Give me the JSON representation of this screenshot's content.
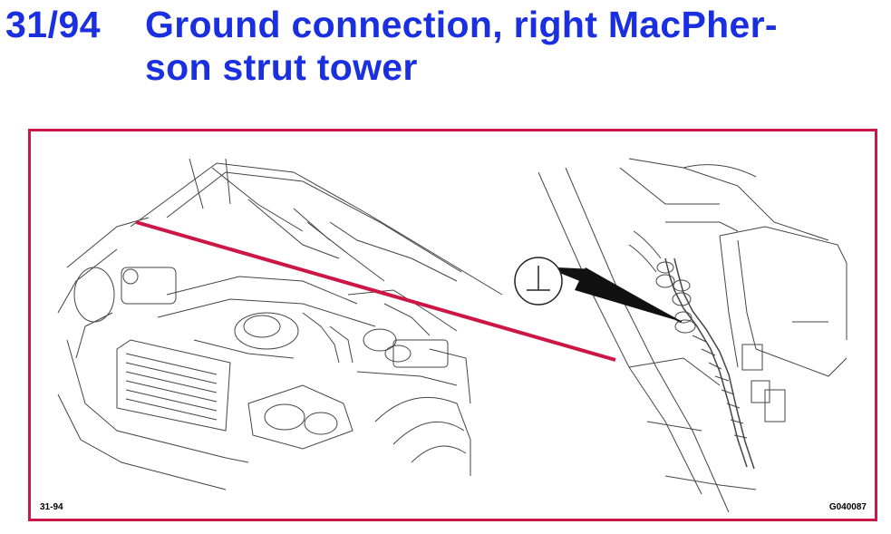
{
  "header": {
    "code": "31/94",
    "title_line1": "Ground connection, right MacPher-",
    "title_line2": "son strut tower"
  },
  "figure": {
    "label_left": "31-94",
    "label_right": "G040087",
    "ground_symbol": "ground-symbol-icon",
    "accent_color": "#cc1746",
    "text_color": "#1a2fe0"
  }
}
